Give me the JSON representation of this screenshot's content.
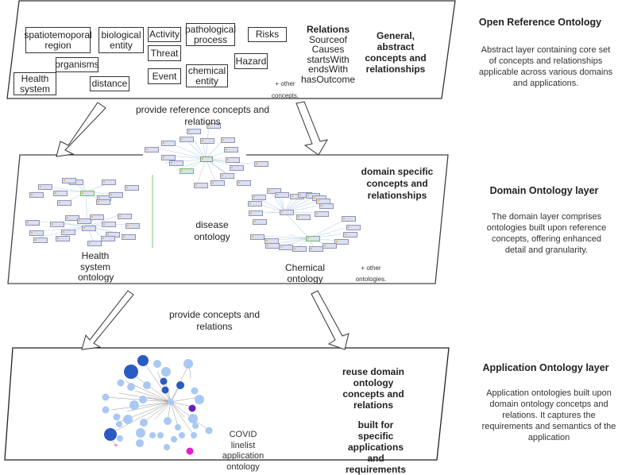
{
  "layers": [
    {
      "id": "reference",
      "side_title": "Open Reference Ontology",
      "side_description": "Abstract layer containing  core set of concepts and relationships applicable across various domains and applications.",
      "concepts": [
        {
          "id": "spatiotemporal-region",
          "label": "spatiotemoporal region"
        },
        {
          "id": "biological-entity",
          "label": "biological entity"
        },
        {
          "id": "activity",
          "label": "Activity"
        },
        {
          "id": "pathological-process",
          "label": "pathological process"
        },
        {
          "id": "risks",
          "label": "Risks"
        },
        {
          "id": "threat",
          "label": "Threat"
        },
        {
          "id": "organisms",
          "label": "organisms"
        },
        {
          "id": "hazard",
          "label": "Hazard"
        },
        {
          "id": "health-system",
          "label": "Health system"
        },
        {
          "id": "distance",
          "label": "distance"
        },
        {
          "id": "event",
          "label": "Event"
        },
        {
          "id": "chemical-entity",
          "label": "chemical entity"
        }
      ],
      "other_note": "+ other concepts.",
      "relations_title": "Relations",
      "relations": [
        "Sourceof",
        "Causes",
        "startsWith",
        "endsWith",
        "hasOutcome"
      ],
      "summary": "General, abstract concepts and relationships"
    },
    {
      "id": "domain",
      "side_title": "Domain Ontology layer",
      "side_description": "The domain layer comprises ontologies built upon reference concepts, offering enhanced detail and granularity.",
      "ontologies": [
        {
          "id": "health-system",
          "label": "Health system ontology"
        },
        {
          "id": "disease",
          "label": "disease ontology"
        },
        {
          "id": "chemical",
          "label": "Chemical ontology"
        }
      ],
      "other_note": "+ other ontologies.",
      "summary": "domain specific concepts and relationships"
    },
    {
      "id": "application",
      "side_title": "Application Ontology layer",
      "side_description": "Application ontologies built upon domain ontology concetps and relations. It captures the requirements and semantics of the application",
      "ontology_label": "COVID linelist application ontology",
      "summary_1": "reuse domain ontology concepts and relations",
      "summary_2": "built for specific applications and requirements"
    }
  ],
  "connectors": [
    {
      "id": "ref-to-domain",
      "label": "provide reference concepts and relations"
    },
    {
      "id": "domain-to-app",
      "label": "provide  concepts and relations"
    }
  ],
  "colors": {
    "frame": "#333333",
    "mini_node_fill": "#dcdff0",
    "graph_light": "#a9c8f3",
    "graph_dark": "#2a5bc4",
    "graph_purple": "#6a1fb8",
    "graph_magenta": "#e020d0",
    "separator_green": "#8fd18f"
  }
}
